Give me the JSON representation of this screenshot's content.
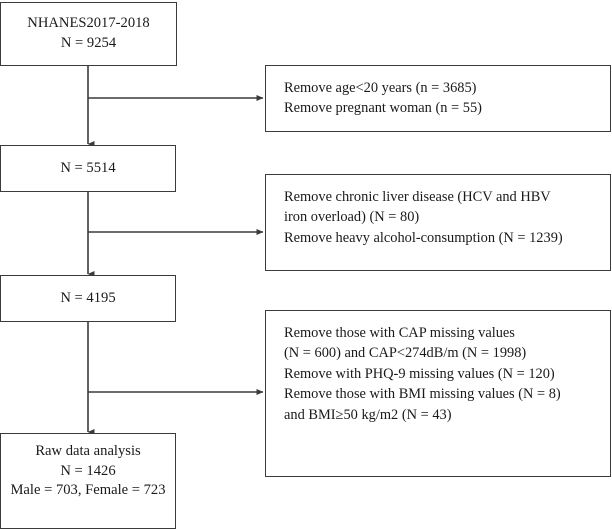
{
  "figure": {
    "type": "flowchart",
    "orientation": "top-to-bottom with right-side exclusion branches",
    "colors": {
      "background": "#ffffff",
      "box_border": "#3b3b3b",
      "connector": "#3b3b3b",
      "text": "#1a1a1a"
    }
  },
  "main_flow": {
    "source": {
      "line1": "NHANES2017-2018",
      "line2": "N = 9254"
    },
    "after_age_exclusion": {
      "line1": "N = 5514"
    },
    "after_liver_exclusion": {
      "line1": "N = 4195"
    },
    "final": {
      "line1": "Raw data analysis",
      "line2": "N = 1426",
      "line3": "Male = 703, Female = 723"
    }
  },
  "exclusions": {
    "step1": {
      "line1": "Remove age<20 years (n = 3685)",
      "line2": "Remove pregnant woman (n = 55)"
    },
    "step2": {
      "line1": "Remove chronic liver disease (HCV and HBV",
      "line2": "iron overload) (N = 80)",
      "line3": "Remove heavy alcohol-consumption (N = 1239)"
    },
    "step3": {
      "line1": "Remove those with CAP missing values",
      "line2": "(N = 600) and CAP<274dB/m (N = 1998)",
      "line3": "Remove with PHQ-9 missing values (N = 120)",
      "line4": "Remove those with BMI missing values (N = 8)",
      "line5": "and BMI≥50 kg/m2 (N = 43)"
    }
  }
}
